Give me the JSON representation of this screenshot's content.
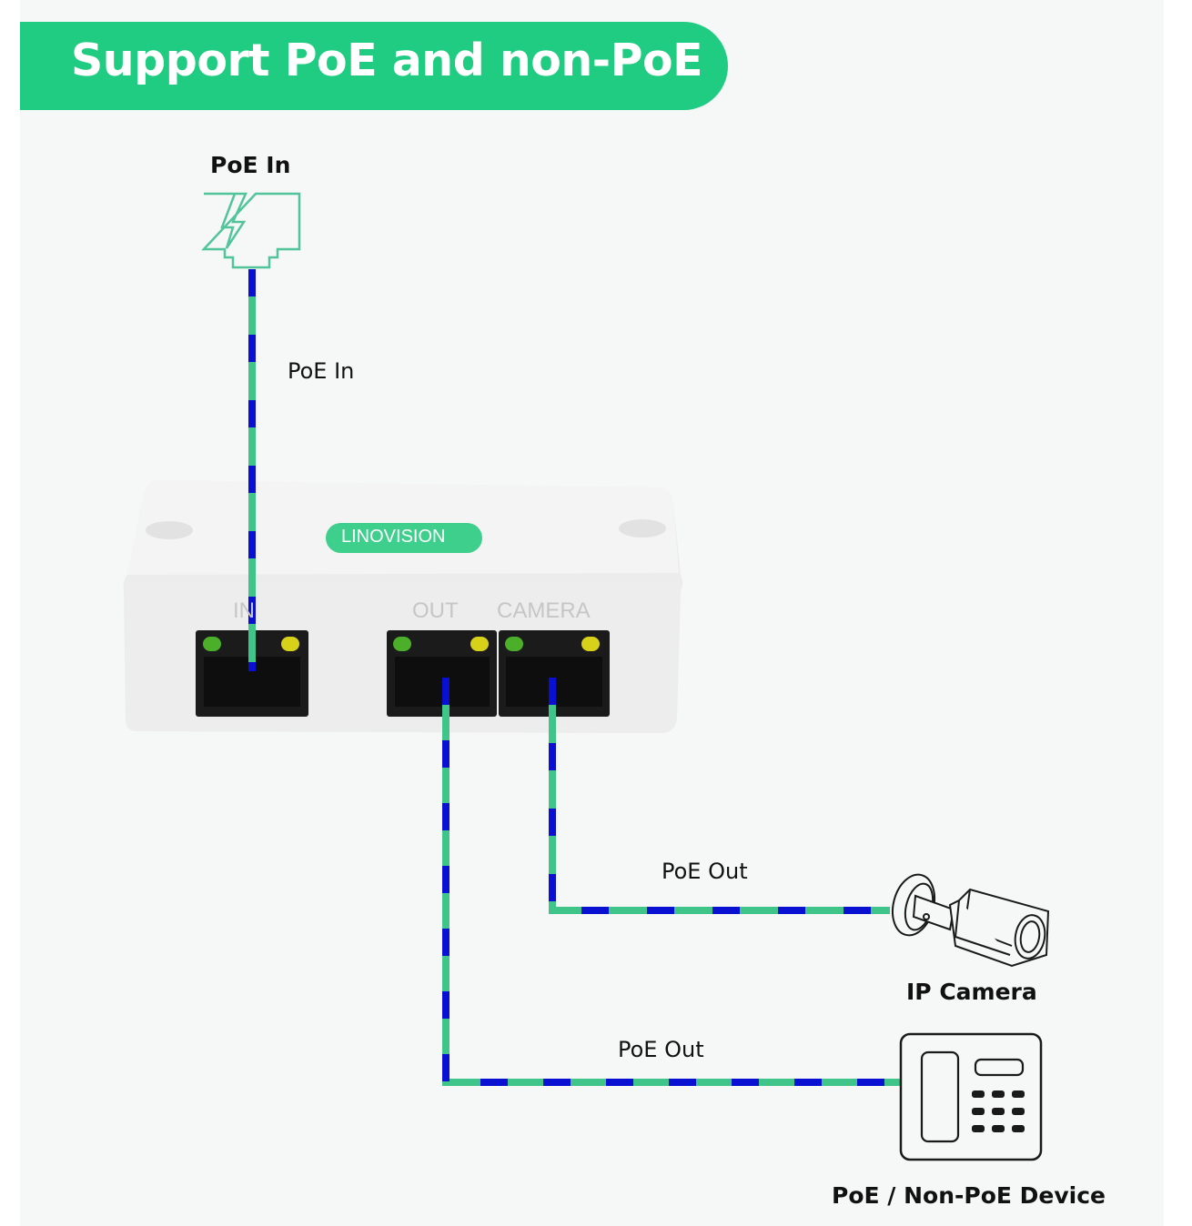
{
  "header": {
    "title": "Support PoE and non-PoE"
  },
  "colors": {
    "banner": "#1fcc82",
    "cable_green": "#3fc58a",
    "cable_blue": "#0a10d2",
    "icon_outline_green": "#52c49a",
    "led_green": "#4caf2a",
    "led_yellow": "#d8d11a"
  },
  "nodes": {
    "poe_in_source": {
      "label": "PoE In",
      "icon": "rj45-power-port-icon"
    },
    "ip_camera": {
      "label": "IP Camera",
      "icon": "bullet-camera-icon"
    },
    "poe_device": {
      "label": "PoE / Non-PoE Device",
      "icon": "ip-phone-icon"
    }
  },
  "device": {
    "brand": "LINOVISION",
    "ports": [
      {
        "label": "IN"
      },
      {
        "label": "OUT"
      },
      {
        "label": "CAMERA"
      }
    ]
  },
  "connections": [
    {
      "from": "poe_in_source",
      "to": "IN",
      "label": "PoE In"
    },
    {
      "from": "CAMERA",
      "to": "ip_camera",
      "label": "PoE Out"
    },
    {
      "from": "OUT",
      "to": "poe_device",
      "label": "PoE Out"
    }
  ]
}
